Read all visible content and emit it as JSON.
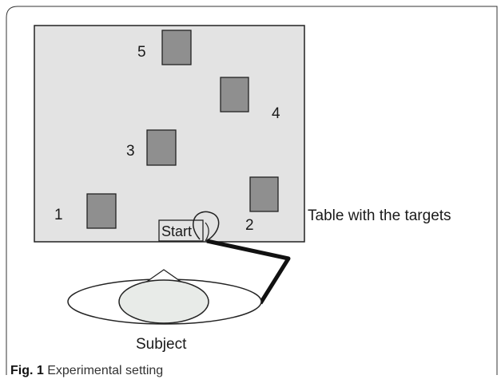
{
  "diagram": {
    "target_labels": [
      "1",
      "2",
      "3",
      "4",
      "5"
    ],
    "start_label": "Start",
    "table_label": "Table with the targets",
    "subject_label": "Subject",
    "colors": {
      "table_fill": "#e3e3e3",
      "target_fill": "#8f8f8f",
      "head_fill": "#e8ebe8",
      "stroke": "#222222"
    }
  },
  "caption": {
    "figure_number": "Fig. 1",
    "text": "Experimental setting"
  }
}
